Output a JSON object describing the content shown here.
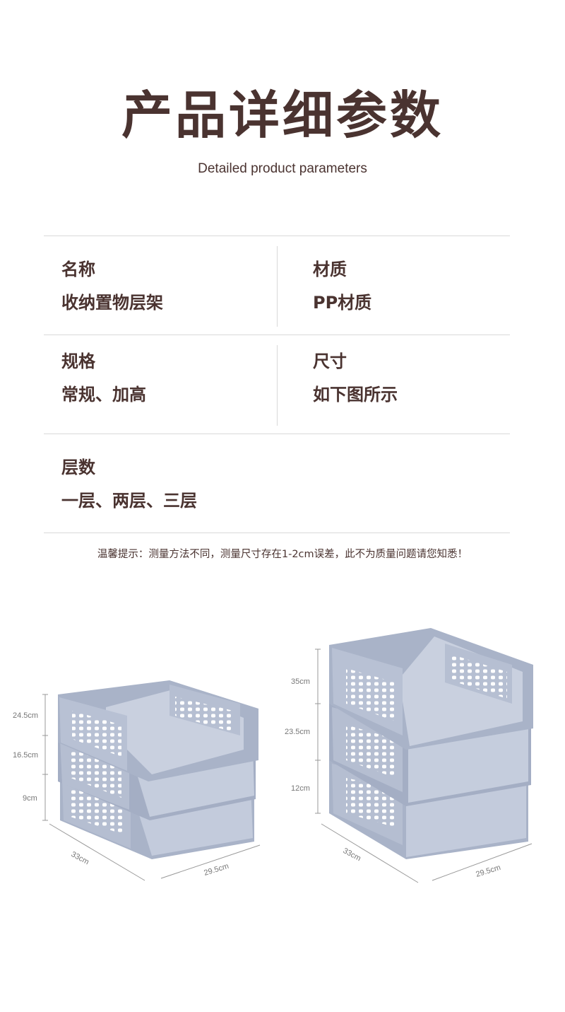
{
  "header": {
    "title": "产品详细参数",
    "subtitle": "Detailed product parameters"
  },
  "specs": [
    {
      "label": "名称",
      "value": "收纳置物层架"
    },
    {
      "label": "材质",
      "value": "PP材质"
    },
    {
      "label": "规格",
      "value": "常规、加高"
    },
    {
      "label": "尺寸",
      "value": "如下图所示"
    },
    {
      "label": "层数",
      "value": "一层、两层、三层"
    }
  ],
  "note": "温馨提示：测量方法不同，测量尺寸存在1-2cm误差，此不为质量问题请您知悉！",
  "colors": {
    "text": "#4a3330",
    "divider": "#d9d9d9",
    "product": "#b3bccf"
  },
  "figures": {
    "regular": {
      "heights": [
        "24.5cm",
        "16.5cm",
        "9cm"
      ],
      "depth": "33cm",
      "width": "29.5cm"
    },
    "tall": {
      "heights": [
        "35cm",
        "23.5cm",
        "12cm"
      ],
      "depth": "33cm",
      "width": "29.5cm"
    }
  }
}
